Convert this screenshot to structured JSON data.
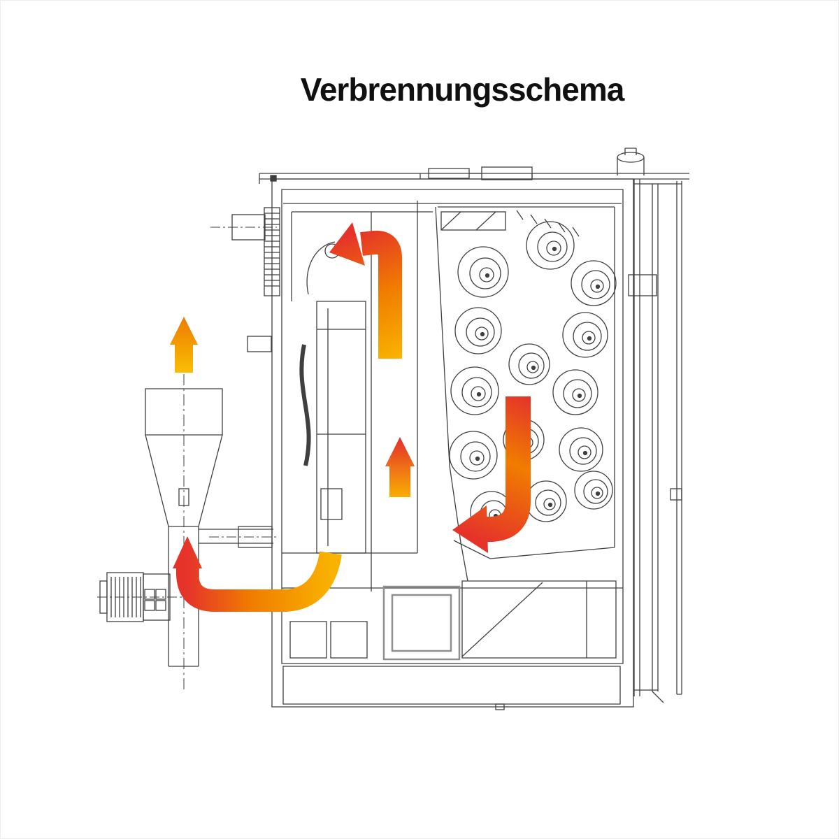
{
  "title": "Verbrennungsschema",
  "colors": {
    "line": "#3F3F3F",
    "line_light": "#8F8F8F",
    "arrow_yellow": "#F9B200",
    "arrow_yellow_bright": "#F9C004",
    "arrow_orange": "#F07D00",
    "arrow_orange_deep": "#EE7D00",
    "arrow_red": "#E5332A",
    "background": "#FFFFFF"
  },
  "diagram": {
    "arrows": [
      {
        "id": "cyclone-outlet-arrow",
        "direction": "up"
      },
      {
        "id": "main-flue-arrow",
        "direction": "up-then-left"
      },
      {
        "id": "mid-duct-arrow",
        "direction": "up"
      },
      {
        "id": "heat-exchanger-arrow",
        "direction": "down-then-left"
      },
      {
        "id": "bottom-return-arrow",
        "direction": "left-then-up"
      }
    ]
  }
}
